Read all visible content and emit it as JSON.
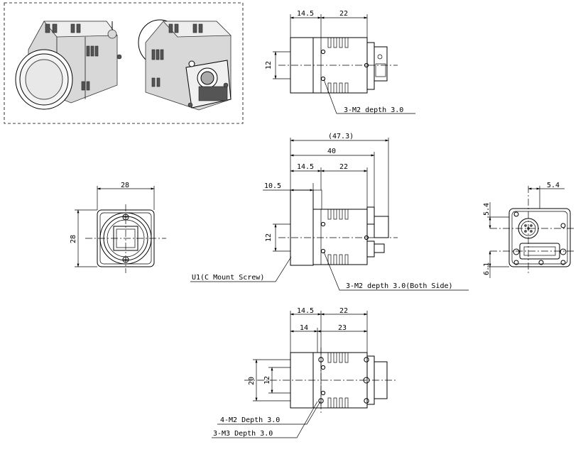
{
  "top_view": {
    "dim_a": "14.5",
    "dim_b": "22",
    "dim_height": "12",
    "note": "3-M2 depth 3.0"
  },
  "front_view": {
    "dim_width": "28",
    "dim_height": "28"
  },
  "side_view": {
    "dim_overall": "(47.3)",
    "dim_body": "40",
    "dim_a": "14.5",
    "dim_b": "22",
    "dim_c": "10.5",
    "dim_height": "12",
    "note_mount": "U1(C Mount Screw)",
    "note_holes": "3-M2 depth 3.0(Both Side)"
  },
  "rear_view": {
    "dim_x": "5.4",
    "dim_y1": "5.4",
    "dim_y2": "6.1"
  },
  "bottom_view": {
    "dim_a": "14.5",
    "dim_b": "22",
    "dim_c": "14",
    "dim_d": "23",
    "dim_h1": "20",
    "dim_h2": "12",
    "note_m2": "4-M2 Depth 3.0",
    "note_m3": "3-M3 Depth 3.0"
  }
}
